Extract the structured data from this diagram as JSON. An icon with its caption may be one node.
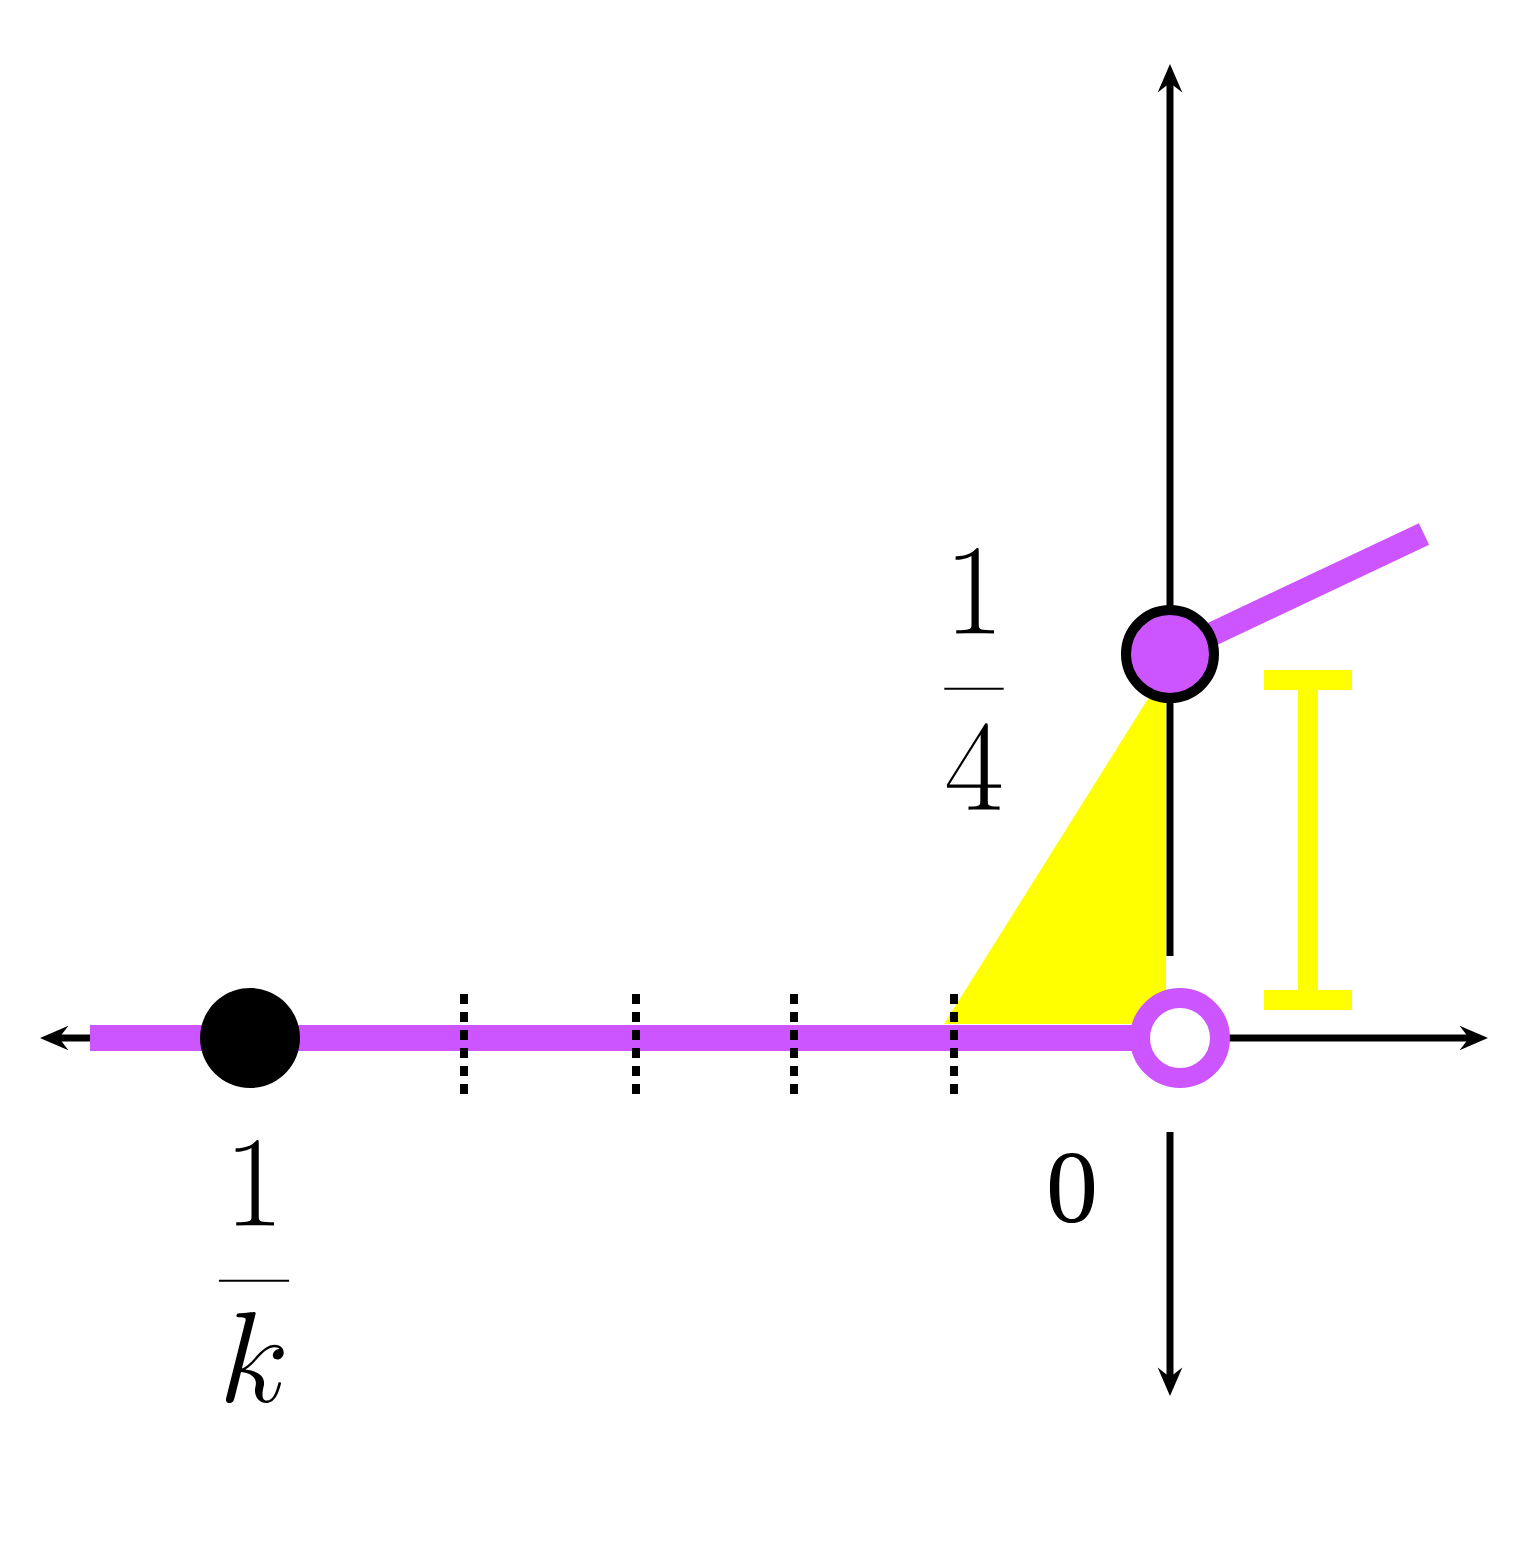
{
  "diagram": {
    "nodes": [
      {
        "text": [],
        "shape": "bar"
      }
    ],
    "labels": [
      "\\frac{1}{4}",
      "0",
      "\\frac{1}{k}"
    ]
  }
}
